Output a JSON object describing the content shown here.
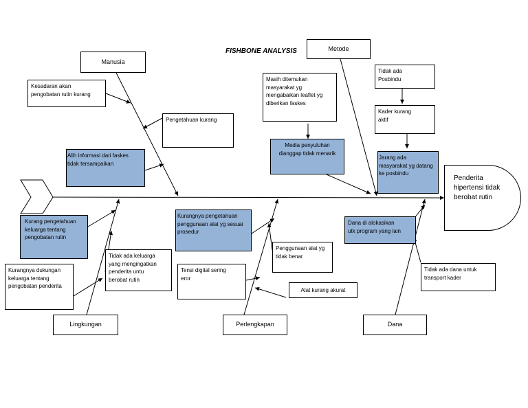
{
  "title": "FISHBONE ANALYSIS",
  "head": "Penderita\nhipertensi tidak\nberobat rutin",
  "categories": {
    "manusia": "Manusia",
    "metode": "Metode",
    "lingkungan": "Lingkungan",
    "perlengkapan": "Perlengkapan",
    "dana": "Dana"
  },
  "causes": {
    "kesadaran": "Kesadaran akan\npengobatan rutin kurang",
    "pengetahuan": "Pengetahuan kurang",
    "alih_info": "Alih informasi dari faskes\ntidak tersampaikan",
    "masih_ditemukan": "Masih ditemukan\nmasyarakat yg\nmengabaikan leaflet yg\ndiberikan faskes",
    "media": "Media penyuluhan\ndianggap tidak menarik",
    "tidak_posbindu": "Tidak ada\nPosbindu",
    "kader": "Kader kurang\naktif",
    "jarang": "Jarang ada\nmasyarakat yg datang\nke posbindu",
    "kurang_keluarga": "Kurang pengetahuan\nkeluarga tentang\npengobatan  rutin",
    "dukungan": "Kurangnya dukungan\nkeluarga tentang\npengobatan penderita",
    "tidak_keluarga": "Tidak ada keluarga\nyang mengingatkan\npenderita untu\nberobat rutin",
    "kurangnya_alat": "Kurangnya pengetahuan\npenggunaan alat yg sesuai\nprosedur",
    "penggunaan": "Penggunaan alat yg\ntidak benar",
    "tensi": "Tensi digital sering\neror",
    "alat_akurat": "Alat kurang akurat",
    "dana_alokasi": "Dana di alokasikan\nutk program yang lain",
    "transport": "Tidak ada dana untuk\ntransport kader"
  }
}
